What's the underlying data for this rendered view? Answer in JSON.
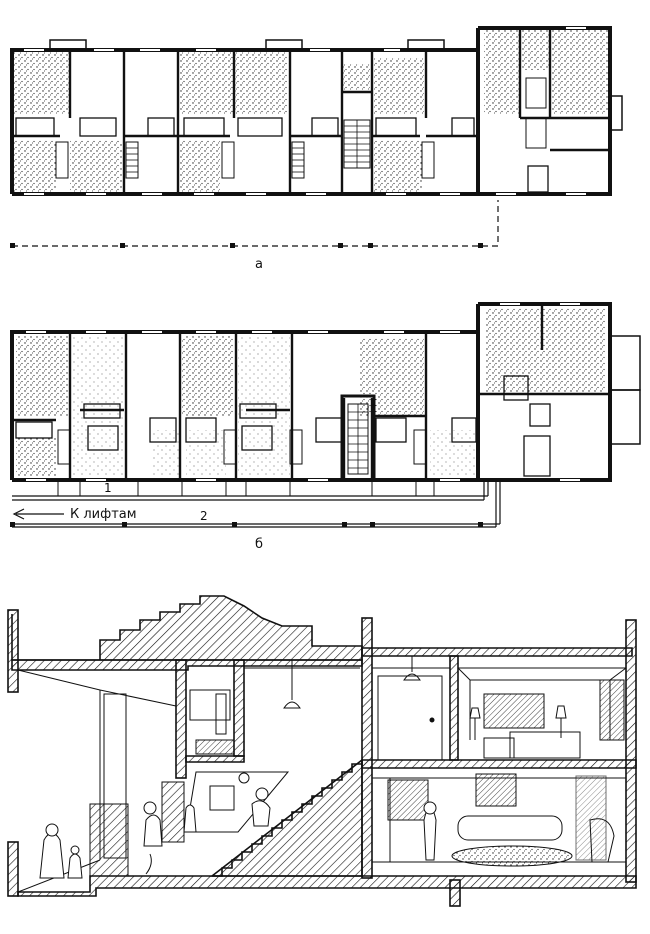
{
  "plans": {
    "a": {
      "caption": "а"
    },
    "b": {
      "caption": "б",
      "callout_1": "1",
      "callout_2": "2",
      "arrow_label": "К лифтам"
    }
  },
  "section": {
    "caption": ""
  },
  "colors": {
    "ink": "#111111",
    "paper": "#ffffff",
    "stipple": "#222222"
  }
}
